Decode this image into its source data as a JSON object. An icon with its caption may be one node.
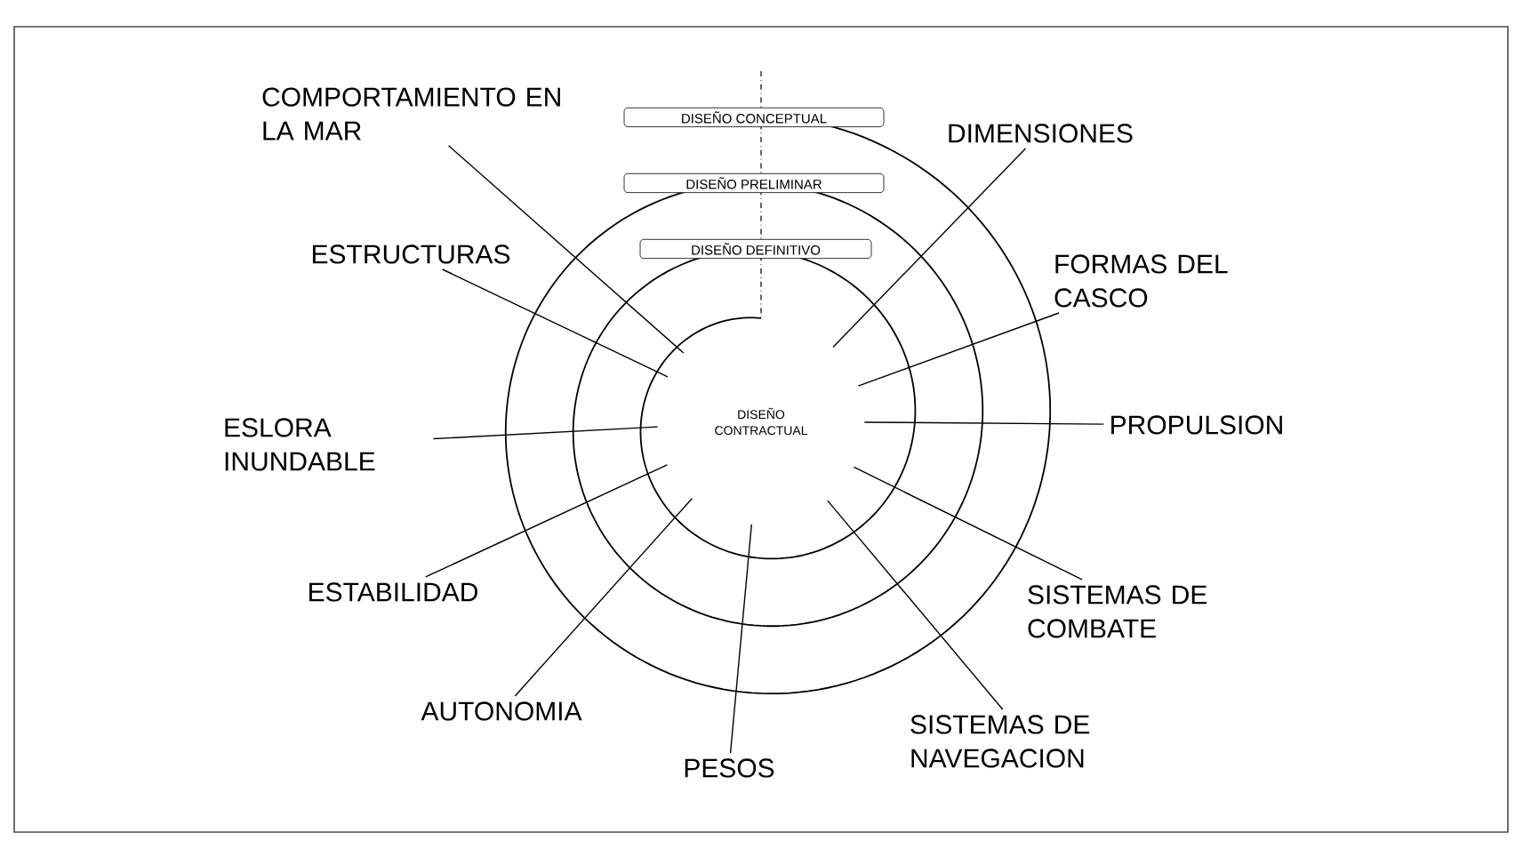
{
  "diagram": {
    "nodes": [
      {
        "text": [
          "COMPORTAMIENTO EN LA MAR"
        ]
      },
      {
        "text": [
          "DISEÑO CONCEPTUAL"
        ]
      },
      {
        "text": [
          "DIMENSIONES"
        ]
      },
      {
        "text": [
          "DISEÑO PRELIMINAR"
        ]
      },
      {
        "text": [
          "ESTRUCTURAS"
        ]
      },
      {
        "text": [
          "DISEÑO DEFINITIVO"
        ]
      },
      {
        "text": [
          "FORMAS DEL CASCO"
        ]
      },
      {
        "text": [
          "DISEÑO CONTRACTUAL"
        ]
      },
      {
        "text": [
          "ESLORA INUNDABLE"
        ]
      },
      {
        "text": [
          "PROPULSION"
        ]
      },
      {
        "text": [
          "ESTABILIDAD"
        ]
      },
      {
        "text": [
          "SISTEMAS DE COMBATE"
        ]
      },
      {
        "text": [
          "AUTONOMIA"
        ]
      },
      {
        "text": [
          "SISTEMAS DE NAVEGACION"
        ]
      },
      {
        "text": [
          "PESOS"
        ]
      }
    ],
    "edges": [
      {
        "from": 7,
        "to": 0,
        "arrow": "none"
      },
      {
        "from": 7,
        "to": 2,
        "arrow": "none"
      },
      {
        "from": 7,
        "to": 4,
        "arrow": "none"
      },
      {
        "from": 7,
        "to": 6,
        "arrow": "none"
      },
      {
        "from": 7,
        "to": 8,
        "arrow": "none"
      },
      {
        "from": 7,
        "to": 9,
        "arrow": "none"
      },
      {
        "from": 7,
        "to": 10,
        "arrow": "none"
      },
      {
        "from": 7,
        "to": 11,
        "arrow": "none"
      },
      {
        "from": 7,
        "to": 12,
        "arrow": "none"
      },
      {
        "from": 7,
        "to": 13,
        "arrow": "none"
      },
      {
        "from": 7,
        "to": 14,
        "arrow": "none"
      }
    ]
  }
}
